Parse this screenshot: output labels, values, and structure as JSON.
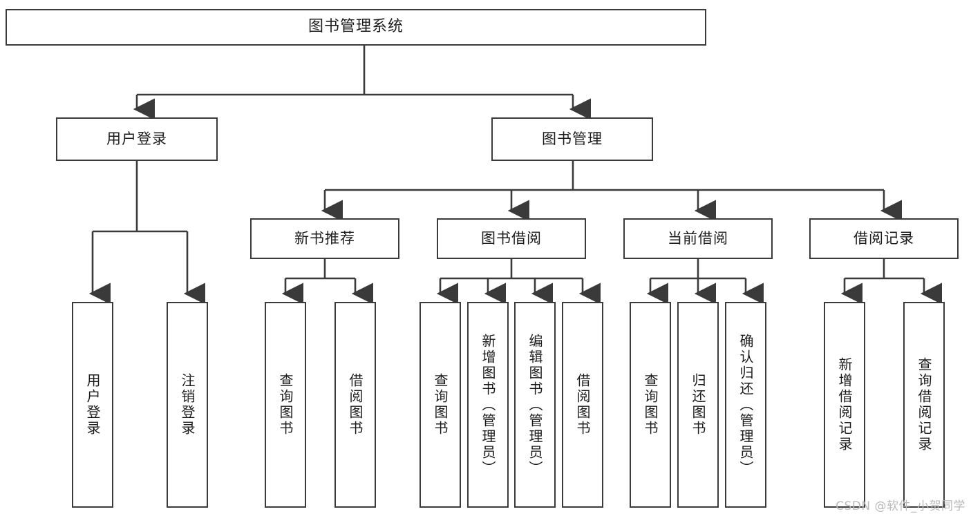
{
  "diagram": {
    "title": "图书管理系统",
    "type": "tree",
    "nodes": {
      "root": {
        "label": "图书管理系统"
      },
      "level2": [
        {
          "id": "user-login",
          "label": "用户登录"
        },
        {
          "id": "book-manage",
          "label": "图书管理"
        }
      ],
      "level3": [
        {
          "id": "new-book-recommend",
          "label": "新书推荐"
        },
        {
          "id": "book-borrow",
          "label": "图书借阅"
        },
        {
          "id": "current-borrow",
          "label": "当前借阅"
        },
        {
          "id": "borrow-record",
          "label": "借阅记录"
        }
      ],
      "leaves": {
        "user_login": [
          {
            "id": "leaf-user-login",
            "label": "用户登录"
          },
          {
            "id": "leaf-logout-login",
            "label": "注销登录"
          }
        ],
        "new_book_recommend": [
          {
            "id": "leaf-query-book-1",
            "label": "查询图书"
          },
          {
            "id": "leaf-borrow-book-1",
            "label": "借阅图书"
          }
        ],
        "book_borrow": [
          {
            "id": "leaf-query-book-2",
            "label": "查询图书"
          },
          {
            "id": "leaf-add-book",
            "label": "新增图书（管理员）"
          },
          {
            "id": "leaf-edit-book",
            "label": "编辑图书（管理员）"
          },
          {
            "id": "leaf-borrow-book-2",
            "label": "借阅图书"
          }
        ],
        "current_borrow": [
          {
            "id": "leaf-query-book-3",
            "label": "查询图书"
          },
          {
            "id": "leaf-return-book",
            "label": "归还图书"
          },
          {
            "id": "leaf-confirm-return",
            "label": "确认归还（管理员）"
          }
        ],
        "borrow_record": [
          {
            "id": "leaf-add-record",
            "label": "新增借阅记录"
          },
          {
            "id": "leaf-query-record",
            "label": "查询借阅记录"
          }
        ]
      }
    },
    "colors": {
      "stroke": "#3a3a3a",
      "fill": "#ffffff",
      "text": "#1c1c1c",
      "watermark": "#b9b9b9"
    }
  },
  "watermark": {
    "text": "CSDN @软件_小贺同学"
  }
}
